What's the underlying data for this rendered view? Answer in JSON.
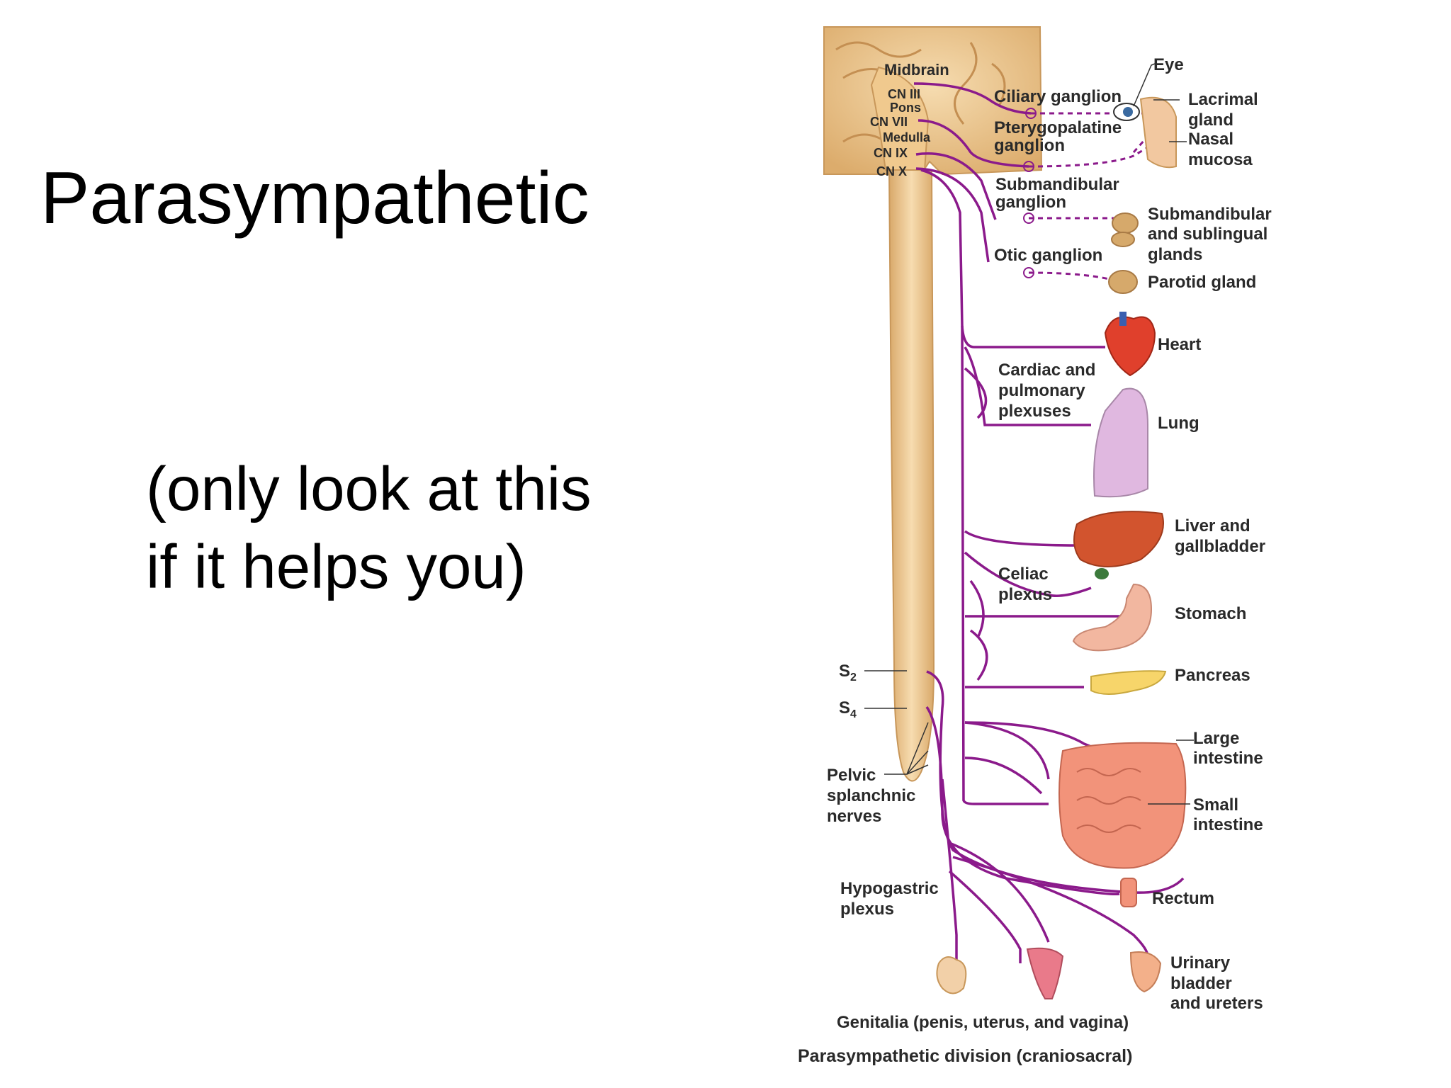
{
  "slide": {
    "title": "Parasympathetic",
    "note_lines": [
      "(only look at this",
      "if it helps you)"
    ]
  },
  "figure": {
    "caption": "Parasympathetic division (craniosacral)",
    "brain_labels": {
      "midbrain": "Midbrain",
      "cn3": "CN III",
      "pons": "Pons",
      "cn7": "CN VII",
      "medulla": "Medulla",
      "cn9": "CN IX",
      "cn10": "CN X"
    },
    "ganglia": {
      "ciliary": "Ciliary ganglion",
      "pterygopalatine_1": "Pterygopalatine",
      "pterygopalatine_2": "ganglion",
      "submandibular_1": "Submandibular",
      "submandibular_2": "ganglion",
      "otic": "Otic ganglion"
    },
    "targets": {
      "eye": "Eye",
      "lacrimal_1": "Lacrimal",
      "lacrimal_2": "gland",
      "nasal_1": "Nasal",
      "nasal_2": "mucosa",
      "submand_glands_1": "Submandibular",
      "submand_glands_2": "and sublingual",
      "submand_glands_3": "glands",
      "parotid": "Parotid gland",
      "heart": "Heart",
      "lung": "Lung",
      "liver_1": "Liver and",
      "liver_2": "gallbladder",
      "stomach": "Stomach",
      "pancreas": "Pancreas",
      "large_int_1": "Large",
      "large_int_2": "intestine",
      "small_int_1": "Small",
      "small_int_2": "intestine",
      "rectum": "Rectum",
      "bladder_1": "Urinary",
      "bladder_2": "bladder",
      "bladder_3": "and ureters",
      "genitalia": "Genitalia (penis, uterus, and vagina)"
    },
    "plexuses": {
      "cardiac_1": "Cardiac and",
      "cardiac_2": "pulmonary",
      "cardiac_3": "plexuses",
      "celiac_1": "Celiac",
      "celiac_2": "plexus",
      "pelvic_1": "Pelvic",
      "pelvic_2": "splanchnic",
      "pelvic_3": "nerves",
      "hypogastric_1": "Hypogastric",
      "hypogastric_2": "plexus"
    },
    "spinal": {
      "s2": "S",
      "s2_sub": "2",
      "s4": "S",
      "s4_sub": "4"
    },
    "colors": {
      "nerve": "#8b1a8b",
      "brain": "#e9c08a",
      "cord": "#ecc790"
    }
  }
}
